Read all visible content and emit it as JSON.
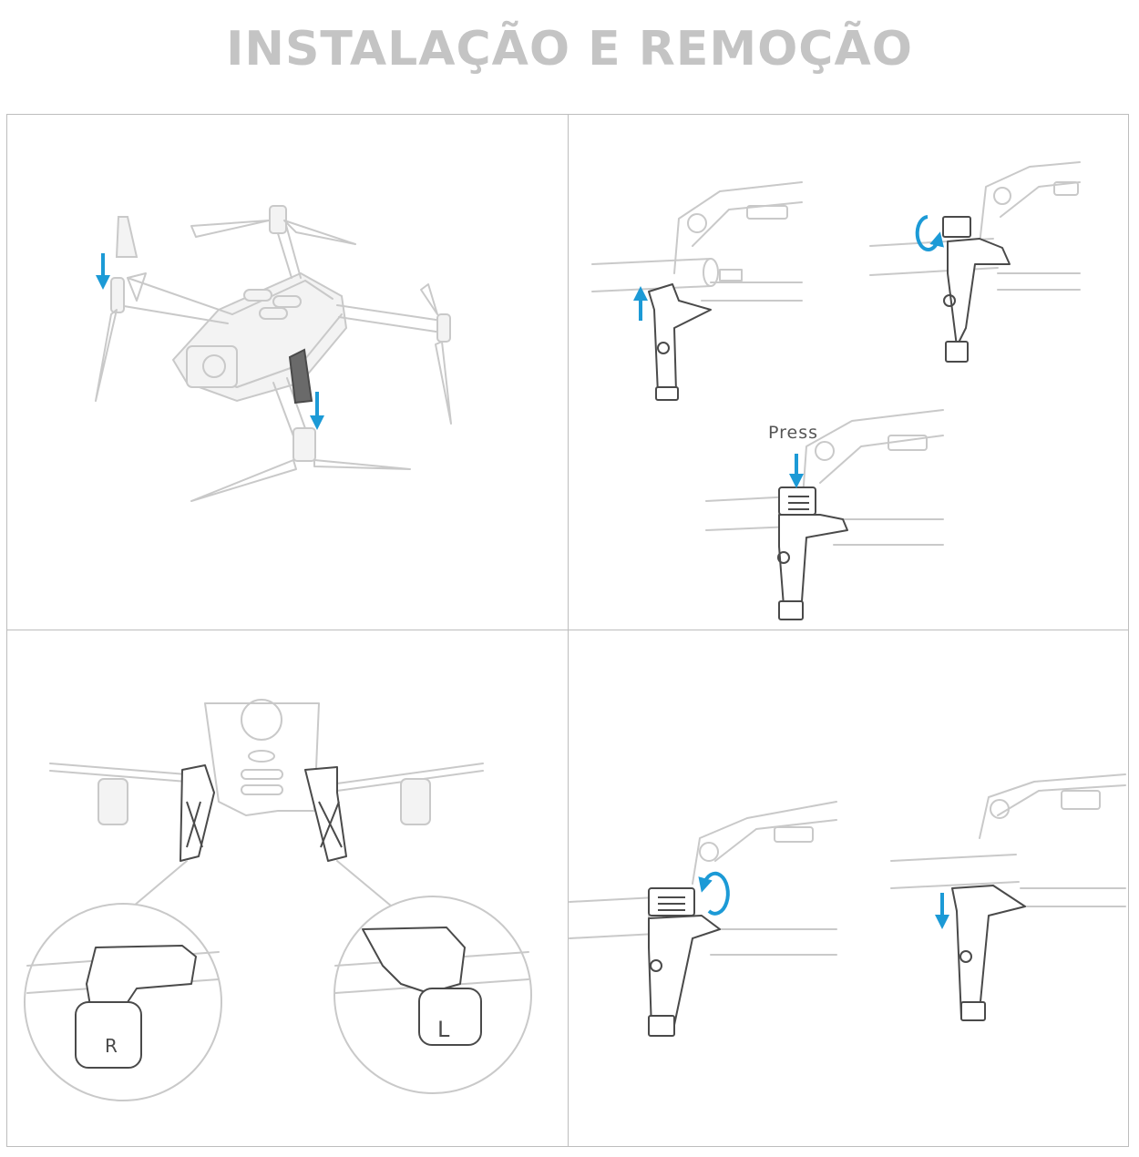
{
  "title": "INSTALAÇÃO E REMOÇÃO",
  "panels": [
    {
      "id": "install-overview"
    },
    {
      "id": "attach-steps",
      "press_label": "Press"
    },
    {
      "id": "left-right-markers",
      "marker_right": "R",
      "marker_left": "L"
    },
    {
      "id": "removal-steps"
    }
  ],
  "colors": {
    "arrow": "#1c9ad6",
    "title": "#c4c4c4",
    "line": "#c9c9c9",
    "part": "#4a4a4a"
  }
}
